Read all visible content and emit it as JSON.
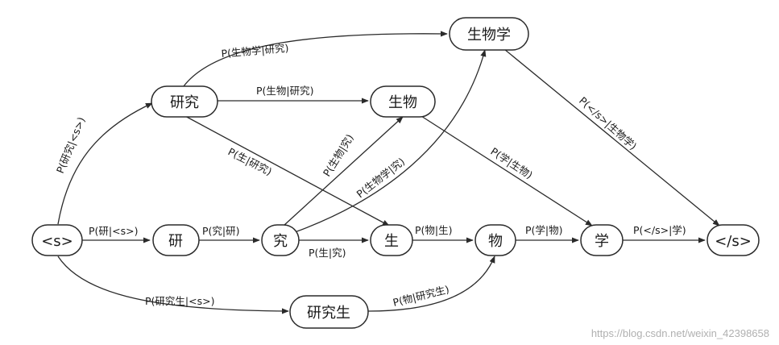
{
  "nodes": {
    "s_start": "<s>",
    "yan": "研",
    "jiu": "究",
    "sheng": "生",
    "wu": "物",
    "xue": "学",
    "s_end": "</s>",
    "yanjiu": "研究",
    "shengwu": "生物",
    "shengwuxue": "生物学",
    "yanjiusheng": "研究生"
  },
  "edges": {
    "s_yan": "P(研|<s>)",
    "yan_jiu": "P(究|研)",
    "jiu_sheng": "P(生|究)",
    "sheng_wu": "P(物|生)",
    "wu_xue": "P(学|物)",
    "xue_end": "P(</s>|学)",
    "s_yanjiu": "P(研究|<s>)",
    "yanjiu_shengwuxue": "P(生物学|研究)",
    "yanjiu_shengwu": "P(生物|研究)",
    "yanjiu_sheng": "P(生|研究)",
    "jiu_shengwu": "P(生物|究)",
    "jiu_shengwuxue": "P(生物学|究)",
    "shengwu_xue": "P(学|生物)",
    "shengwuxue_end": "P(</s>|生物学)",
    "s_yanjiusheng": "P(研究生|<s>)",
    "yanjiusheng_wu": "P(物|研究生)"
  },
  "watermark": "https://blog.csdn.net/weixin_42398658"
}
